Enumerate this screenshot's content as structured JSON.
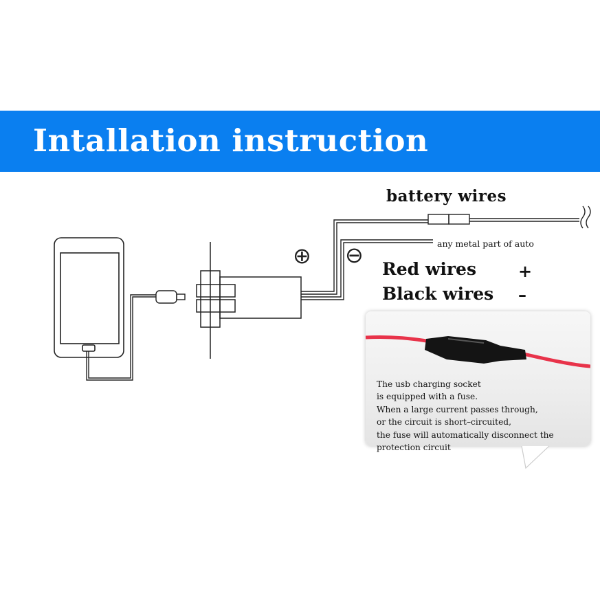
{
  "banner": {
    "title": "Intallation instruction",
    "color": "#0a7ff0"
  },
  "labels": {
    "battery_wires": "battery wires",
    "metal_part": "any metal part of auto",
    "positive_symbol": "⊕",
    "negative_symbol": "⊖"
  },
  "legend": {
    "red": {
      "label": "Red wires",
      "sign": "+"
    },
    "black": {
      "label": "Black wires",
      "sign": "–"
    }
  },
  "fuse_note": {
    "lines": [
      "The usb charging socket",
      "is equipped with a fuse.",
      "When a large current passes through,",
      "or the circuit is short–circuited,",
      "the fuse will automatically disconnect the",
      " protection circuit"
    ]
  },
  "colors": {
    "wire_red": "#e8334a",
    "fuse_holder": "#141414",
    "line": "#222222"
  }
}
